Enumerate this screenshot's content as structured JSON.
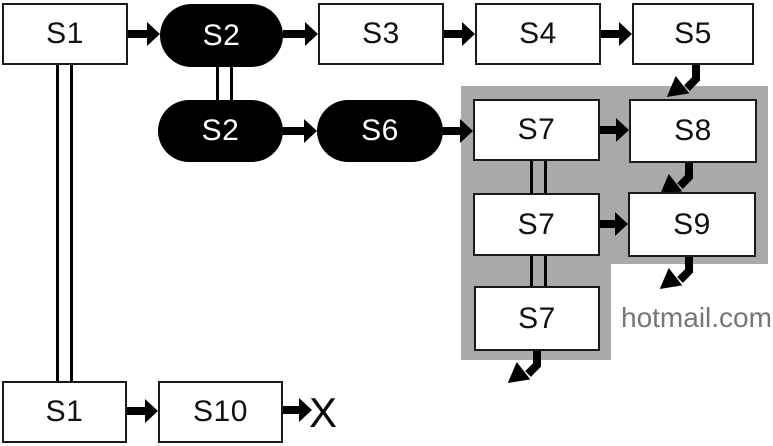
{
  "diagram": {
    "nodes": {
      "s1_top": {
        "label": "S1",
        "shape": "rect"
      },
      "s2_top": {
        "label": "S2",
        "shape": "pill"
      },
      "s3": {
        "label": "S3",
        "shape": "rect"
      },
      "s4": {
        "label": "S4",
        "shape": "rect"
      },
      "s5": {
        "label": "S5",
        "shape": "rect"
      },
      "s2_mid": {
        "label": "S2",
        "shape": "pill"
      },
      "s6": {
        "label": "S6",
        "shape": "pill"
      },
      "s7_row1": {
        "label": "S7",
        "shape": "rect"
      },
      "s8": {
        "label": "S8",
        "shape": "rect"
      },
      "s7_row2": {
        "label": "S7",
        "shape": "rect"
      },
      "s9": {
        "label": "S9",
        "shape": "rect"
      },
      "s7_row3": {
        "label": "S7",
        "shape": "rect"
      },
      "s1_bottom": {
        "label": "S1",
        "shape": "rect"
      },
      "s10": {
        "label": "S10",
        "shape": "rect"
      }
    },
    "region": {
      "label": "hotmail.com",
      "fill": "#a9a9a9",
      "label_color": "#767676"
    },
    "terminator": {
      "label": "X"
    },
    "colors": {
      "dark_node_fill": "#000000",
      "dark_node_text": "#ffffff",
      "light_node_fill": "#ffffff",
      "node_border": "#1a1a1a",
      "arrow": "#000000"
    }
  }
}
